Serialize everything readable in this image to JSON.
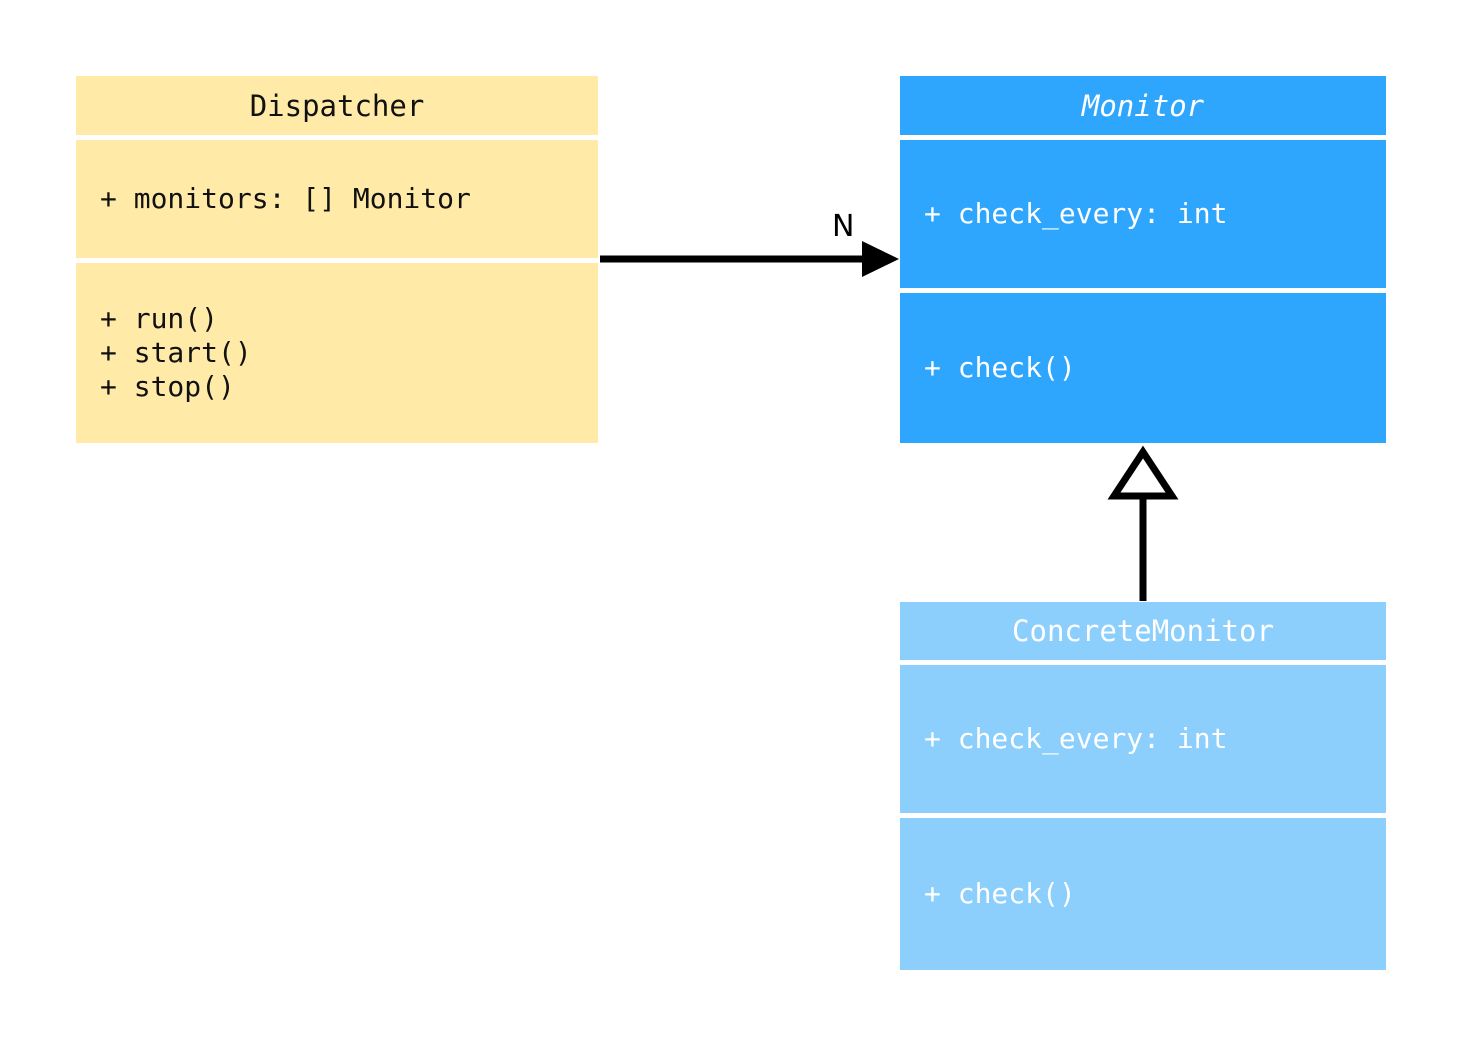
{
  "diagram": {
    "type": "uml-class-diagram",
    "background_color": "#ffffff",
    "classes": [
      {
        "id": "dispatcher",
        "name": "Dispatcher",
        "abstract": false,
        "fill_color": "#ffeba7",
        "text_color": "#111111",
        "attributes": [
          "+ monitors: [] Monitor"
        ],
        "methods": [
          "+ run()",
          "+ start()",
          "+ stop()"
        ]
      },
      {
        "id": "monitor",
        "name": "Monitor",
        "abstract": true,
        "fill_color": "#2fa6fd",
        "text_color": "#ffffff",
        "attributes": [
          "+ check_every: int"
        ],
        "methods": [
          "+ check()"
        ]
      },
      {
        "id": "concrete_monitor",
        "name": "ConcreteMonitor",
        "abstract": false,
        "fill_color": "#8ccffd",
        "text_color": "#ffffff",
        "attributes": [
          "+ check_every: int"
        ],
        "methods": [
          "+ check()"
        ]
      }
    ],
    "relationships": [
      {
        "id": "dispatcher-to-monitor",
        "kind": "association",
        "from": "Dispatcher",
        "to": "Monitor",
        "arrowhead": "filled-triangle",
        "line_style": "solid",
        "label": "N",
        "stroke_color": "#000000"
      },
      {
        "id": "concrete-to-monitor",
        "kind": "generalization",
        "from": "ConcreteMonitor",
        "to": "Monitor",
        "arrowhead": "hollow-triangle",
        "line_style": "solid",
        "label": "",
        "stroke_color": "#000000"
      }
    ]
  }
}
